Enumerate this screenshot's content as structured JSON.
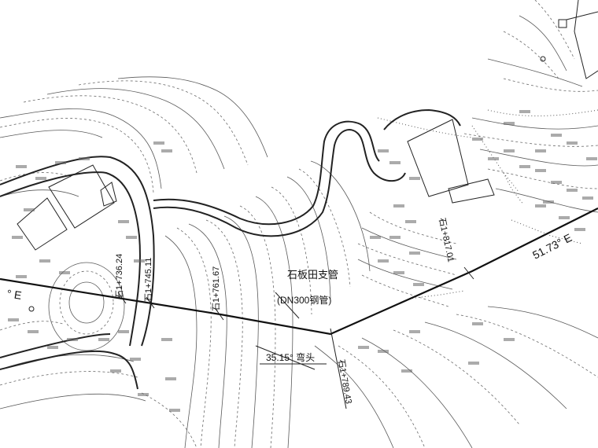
{
  "pipeline": {
    "name": "石板田支管",
    "spec": "(DN300钢管)",
    "bend_label": "35.15° 弯头",
    "bearing_left": "° E",
    "bearing_right": "51.73° E"
  },
  "stations": [
    {
      "label": "石1+736.24"
    },
    {
      "label": "石1+745.11"
    },
    {
      "label": "石1+761.67"
    },
    {
      "label": "石1+789.43"
    },
    {
      "label": "石1+817.01"
    }
  ]
}
